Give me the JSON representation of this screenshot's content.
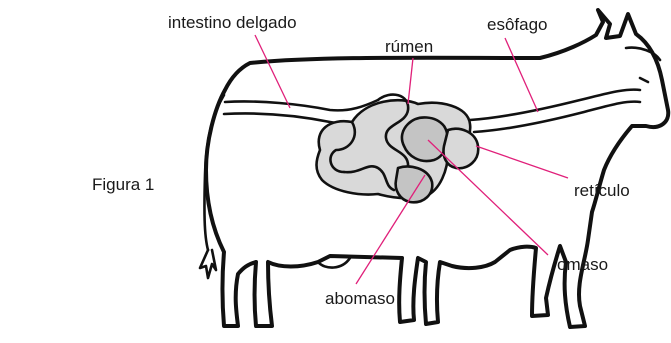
{
  "figure_label": "Figura 1",
  "labels": {
    "intestino_delgado": "intestino delgado",
    "rumen": "rúmen",
    "esofago": "esôfago",
    "reticulo": "retículo",
    "omaso": "omaso",
    "abomaso": "abomaso"
  },
  "colors": {
    "leader_line": "#e0207a",
    "outline": "#111111",
    "organ_fill": "#d9d9d9"
  }
}
